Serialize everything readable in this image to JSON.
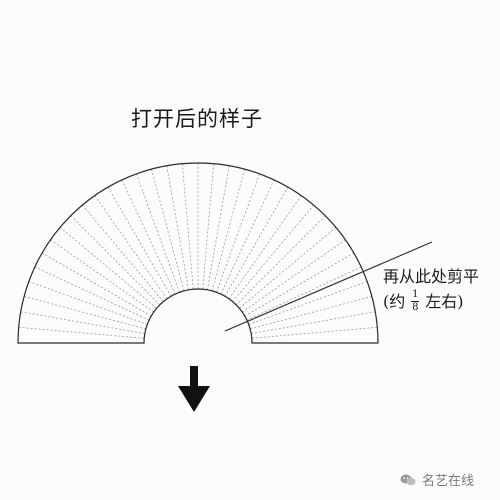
{
  "title": "打开后的样子",
  "instruction": {
    "line1": "再从此处剪平",
    "line2_prefix": "(约",
    "fraction_numerator": "1",
    "fraction_denominator": "8",
    "line2_suffix": "左右)"
  },
  "watermark": {
    "icon": "wechat-icon",
    "text": "名艺在线"
  },
  "fan": {
    "rays": 36
  },
  "colors": {
    "line": "#2b2b2b",
    "ray": "#9a9a9a",
    "arrow": "#111111",
    "background": "#fcfcfc"
  }
}
